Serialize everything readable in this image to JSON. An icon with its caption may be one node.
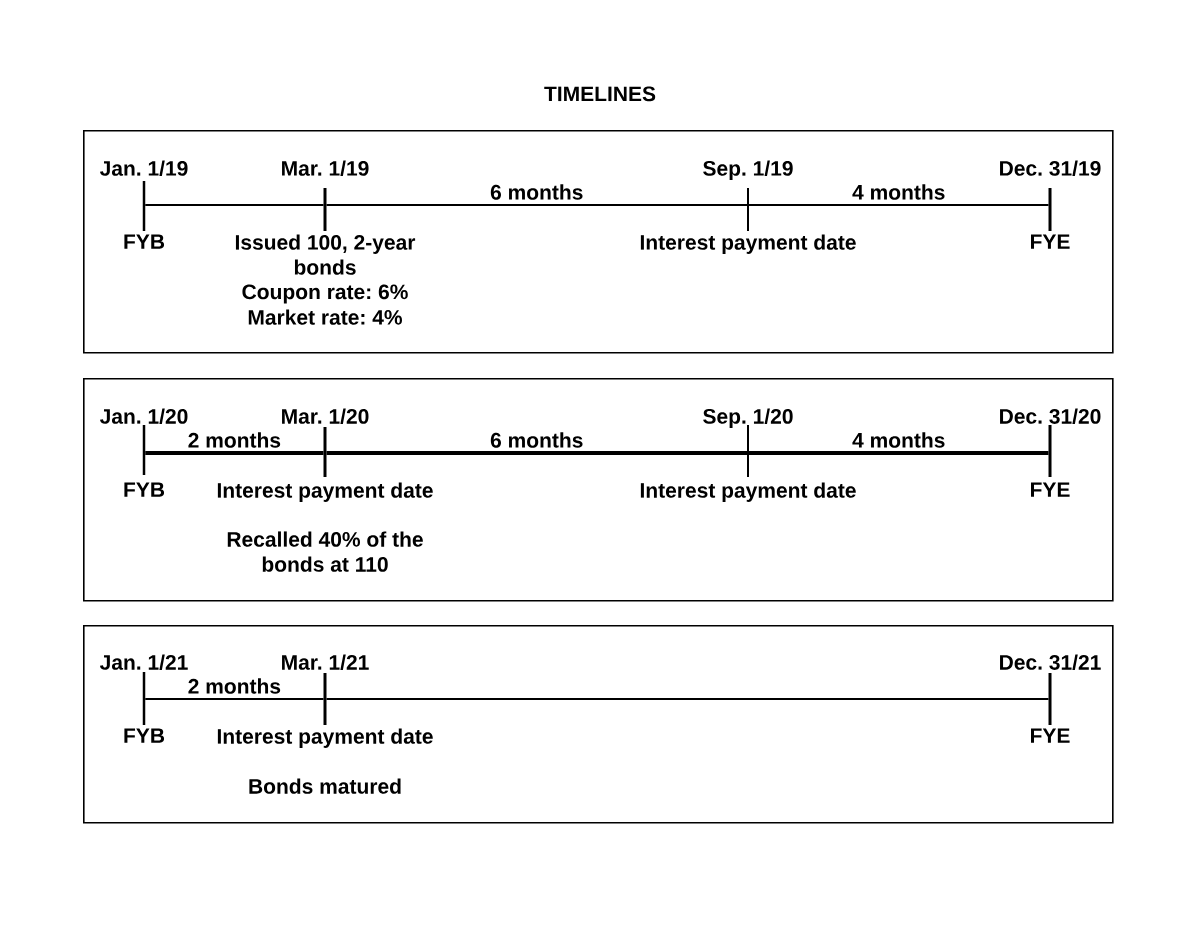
{
  "diagram": {
    "title": "TIMELINES",
    "nodes": [
      {
        "text": [],
        "shape": "box"
      },
      {
        "text": [
          "Jan. 1/19",
          "FYB"
        ],
        "in": 0
      },
      {
        "text": [
          "Mar. 1/19",
          "Issued 100, 2-year bonds",
          "Coupon rate: 6%",
          "Market rate: 4%"
        ],
        "in": 0
      },
      {
        "text": [
          "Sep. 1/19",
          "Interest payment date"
        ],
        "in": 0
      },
      {
        "text": [
          "Dec. 31/19",
          "FYE"
        ],
        "in": 0
      },
      {
        "text": [],
        "shape": "box"
      },
      {
        "text": [
          "Jan. 1/20",
          "FYB"
        ],
        "in": 5
      },
      {
        "text": [
          "Mar. 1/20",
          "Interest payment date",
          "Recalled 40% of the bonds at 110"
        ],
        "in": 5
      },
      {
        "text": [
          "Sep. 1/20",
          "Interest payment date"
        ],
        "in": 5
      },
      {
        "text": [
          "Dec. 31/20",
          "FYE"
        ],
        "in": 5
      },
      {
        "text": [],
        "shape": "box"
      },
      {
        "text": [
          "Jan. 1/21",
          "FYB"
        ],
        "in": 10
      },
      {
        "text": [
          "Mar. 1/21",
          "Interest payment date",
          "Bonds matured"
        ],
        "in": 10
      },
      {
        "text": [
          "Dec. 31/21",
          "FYE"
        ],
        "in": 10
      }
    ],
    "edges": [
      {
        "from": 1,
        "to": 2,
        "arrow": "none"
      },
      {
        "from": 2,
        "to": 3,
        "arrow": "none",
        "label": "6 months"
      },
      {
        "from": 3,
        "to": 4,
        "arrow": "none",
        "label": "4 months"
      },
      {
        "from": 6,
        "to": 7,
        "arrow": "none",
        "label": "2 months",
        "style": "thick"
      },
      {
        "from": 7,
        "to": 8,
        "arrow": "none",
        "label": "6 months",
        "style": "thick"
      },
      {
        "from": 8,
        "to": 9,
        "arrow": "none",
        "label": "4 months",
        "style": "thick"
      },
      {
        "from": 11,
        "to": 12,
        "arrow": "none",
        "label": "2 months"
      },
      {
        "from": 12,
        "to": 13,
        "arrow": "none"
      }
    ]
  }
}
